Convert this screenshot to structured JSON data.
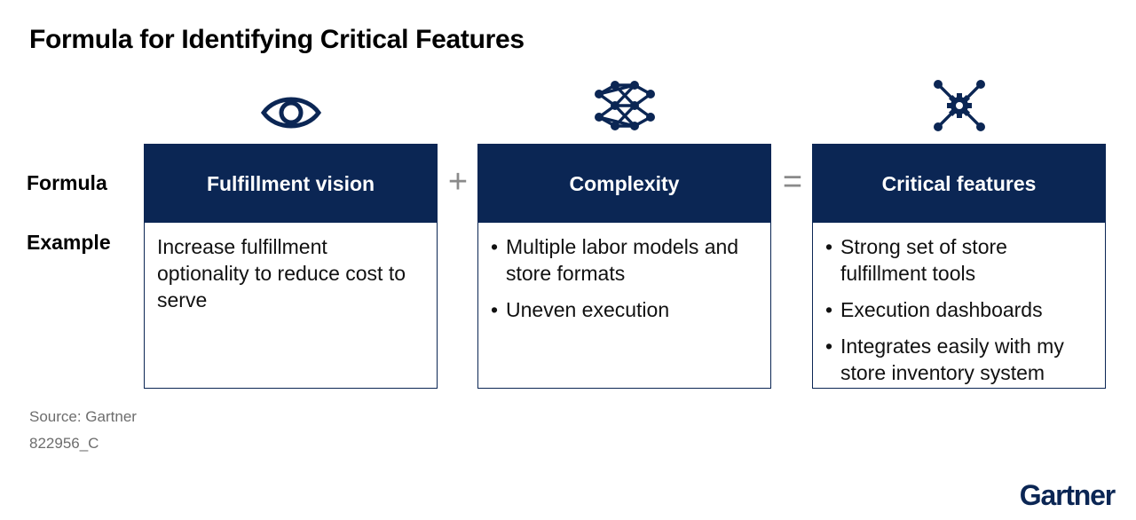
{
  "title": "Formula for Identifying Critical Features",
  "row_labels": {
    "formula": "Formula",
    "example": "Example"
  },
  "columns": [
    {
      "icon": "eye-icon",
      "header": "Fulfillment vision",
      "text": "Increase fulfillment optionality to reduce cost to serve"
    },
    {
      "icon": "neural-network-icon",
      "header": "Complexity",
      "bullets": [
        "Multiple labor models and store formats",
        "Uneven execution"
      ]
    },
    {
      "icon": "gear-network-icon",
      "header": "Critical features",
      "bullets": [
        "Strong set of store fulfillment tools",
        "Execution dashboards",
        "Integrates easily with my store inventory system"
      ]
    }
  ],
  "operators": {
    "plus": "+",
    "equals": "="
  },
  "source": "Source: Gartner",
  "code": "822956_C",
  "logo": "Gartner",
  "colors": {
    "navy": "#0b2654",
    "operator_gray": "#8a8a8a",
    "footnote_gray": "#6d6d6d"
  }
}
